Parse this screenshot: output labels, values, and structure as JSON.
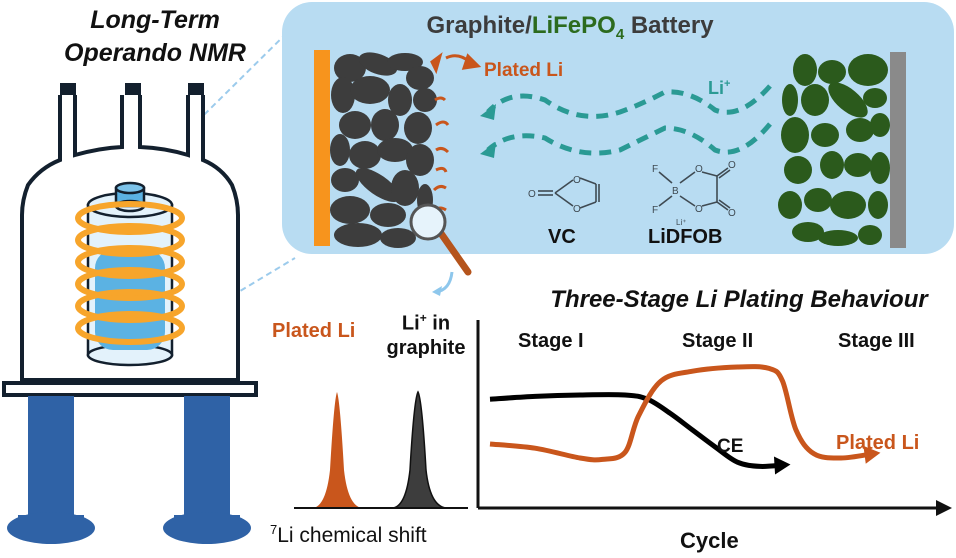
{
  "left_panel": {
    "title_line1": "Long-Term",
    "title_line2": "Operando NMR"
  },
  "battery_panel": {
    "title_part1": "Graphite/",
    "title_part2": "LiFePO",
    "title_sub": "4",
    "title_part3": " Battery",
    "plated_li_label": "Plated Li",
    "li_ion_label": "Li",
    "li_ion_sup": "+",
    "additives": [
      {
        "name": "VC"
      },
      {
        "name": "LiDFOB"
      }
    ],
    "colors": {
      "panel_bg": "#b8dcf2",
      "graphite": "#3d3d3d",
      "lfp": "#2b5a1c",
      "plated_li": "#c9561c",
      "li_ion_path": "#2a9a94",
      "cu_collector": "#f7941d",
      "al_collector": "#8a8a8a"
    }
  },
  "nmr_spectrum": {
    "peak1_label": "Plated Li",
    "peak2_label_line1": "Li",
    "peak2_sup": "+",
    "peak2_label_line1b": " in",
    "peak2_label_line2": "graphite",
    "xlabel_sup": "7",
    "xlabel": "Li chemical shift"
  },
  "chart_data": {
    "type": "line",
    "title": "Three-Stage Li Plating Behaviour",
    "xlabel": "Cycle",
    "ylabel": "",
    "stages": [
      "Stage I",
      "Stage II",
      "Stage III"
    ],
    "series": [
      {
        "name": "CE",
        "color": "#000000",
        "x": [
          0,
          0.1,
          0.2,
          0.3,
          0.35,
          0.4,
          0.45,
          0.5,
          0.55,
          0.6,
          0.65
        ],
        "y": [
          0.72,
          0.74,
          0.75,
          0.75,
          0.72,
          0.62,
          0.5,
          0.38,
          0.27,
          0.24,
          0.25
        ]
      },
      {
        "name": "Plated Li",
        "color": "#c9561c",
        "x": [
          0,
          0.1,
          0.2,
          0.25,
          0.3,
          0.33,
          0.38,
          0.45,
          0.55,
          0.62,
          0.65,
          0.68,
          0.72,
          0.78,
          0.85
        ],
        "y": [
          0.4,
          0.37,
          0.3,
          0.29,
          0.34,
          0.6,
          0.85,
          0.92,
          0.95,
          0.94,
          0.85,
          0.5,
          0.33,
          0.3,
          0.33
        ]
      }
    ]
  }
}
